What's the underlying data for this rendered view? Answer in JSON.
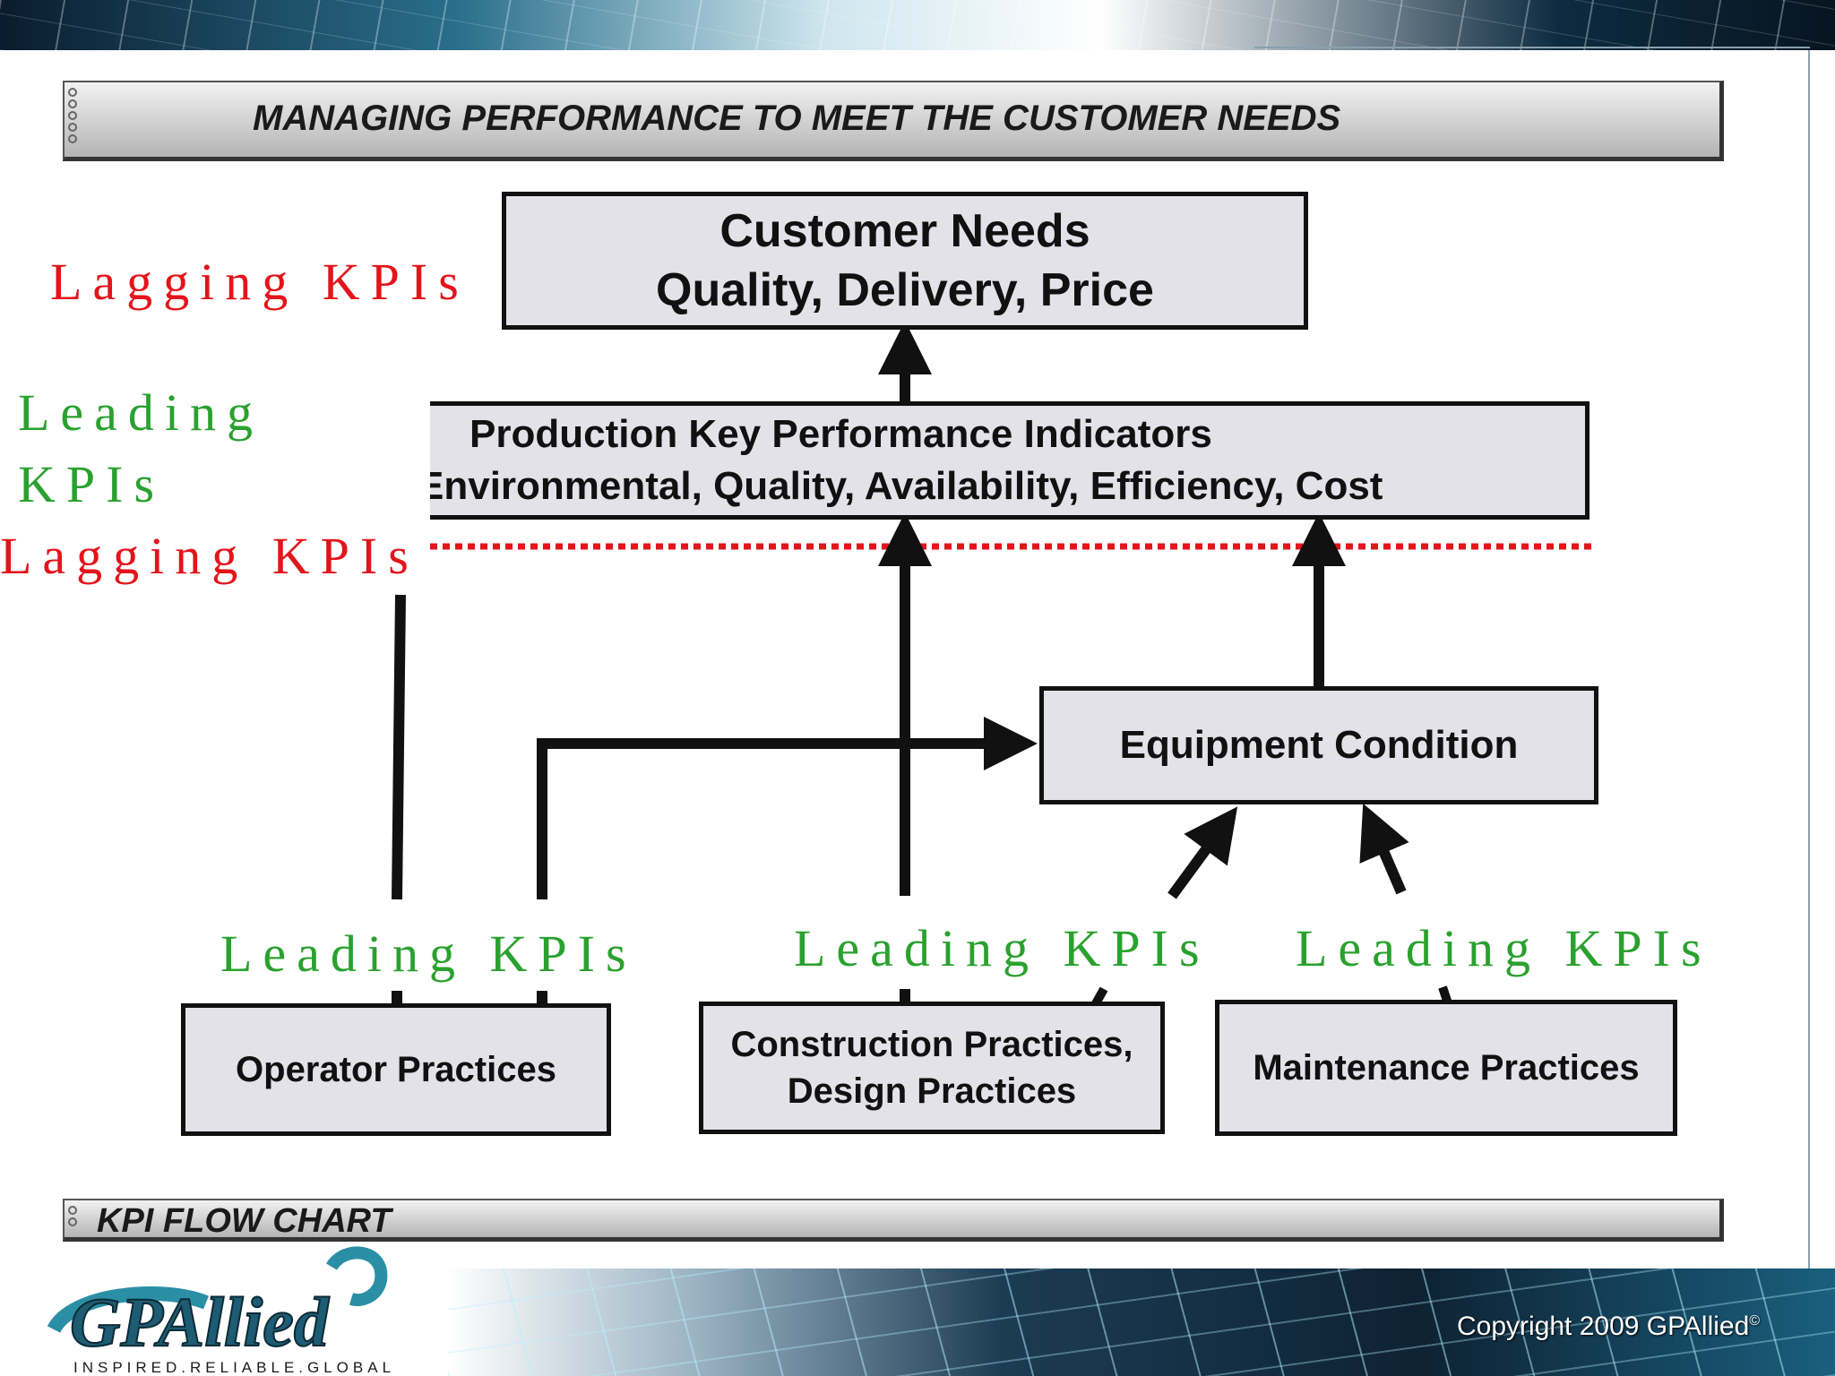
{
  "header": {
    "title": "MANAGING PERFORMANCE TO MEET THE CUSTOMER NEEDS"
  },
  "footer_bar": {
    "title": "KPI FLOW CHART"
  },
  "boxes": {
    "customer_needs": {
      "line1": "Customer Needs",
      "line2": "Quality, Delivery, Price"
    },
    "production_kpi": {
      "line1": "Production Key Performance Indicators",
      "line2": "Environmental, Quality, Availability, Efficiency, Cost"
    },
    "equipment_condition": {
      "line1": "Equipment Condition"
    },
    "operator_practices": {
      "line1": "Operator Practices"
    },
    "construction_practices": {
      "line1": "Construction Practices,",
      "line2": "Design Practices"
    },
    "maintenance_practices": {
      "line1": "Maintenance Practices"
    }
  },
  "labels": {
    "lagging_top": "Lagging KPIs",
    "leading_left_1": "Leading",
    "leading_left_2": "KPIs",
    "lagging_mid": "Lagging KPIs",
    "leading_bottom_1": "Leading KPIs",
    "leading_bottom_2": "Leading KPIs",
    "leading_bottom_3": "Leading KPIs"
  },
  "logo": {
    "brand": "GPAllied",
    "tagline": "INSPIRED.RELIABLE.GLOBAL"
  },
  "copyright": {
    "text": "Copyright 2009 GPAllied",
    "mark": "©"
  },
  "colors": {
    "lagging": "#e3141b",
    "leading": "#2aa12e",
    "box_fill": "#e3e2e8",
    "divider": "#e3141b"
  }
}
